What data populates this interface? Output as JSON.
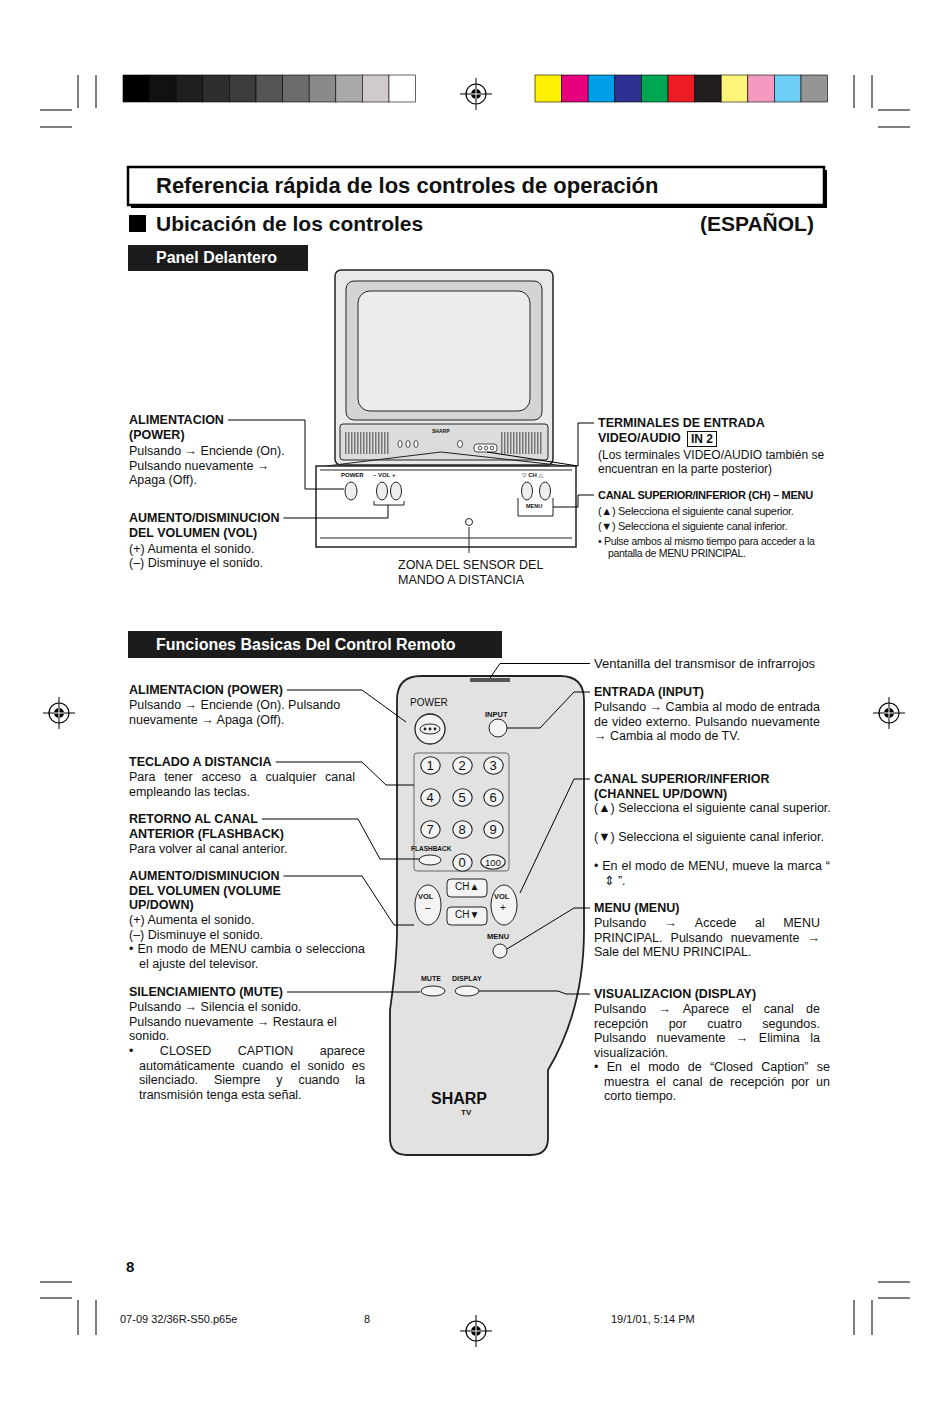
{
  "diagram": {
    "title": "Referencia rápida de los controles de operación",
    "nodes": [
      {
        "text": [
          "Panel Delantero"
        ]
      },
      {
        "text": [
          "IN 2"
        ]
      },
      {
        "text": [
          "Funciones Basicas Del Control Remoto"
        ]
      },
      {
        "text": [
          "1"
        ]
      },
      {
        "text": [
          "2"
        ]
      },
      {
        "text": [
          "3"
        ]
      },
      {
        "text": [
          "4"
        ]
      },
      {
        "text": [
          "5"
        ]
      },
      {
        "text": [
          "6"
        ]
      },
      {
        "text": [
          "7"
        ]
      },
      {
        "text": [
          "8"
        ]
      },
      {
        "text": [
          "9"
        ]
      },
      {
        "text": [
          "0"
        ]
      },
      {
        "text": [
          "100"
        ]
      }
    ],
    "labels": [
      "Ubicación de los controles",
      "(ESPAÑOL)",
      "ALIMENTACION (POWER)",
      "Pulsando → Enciende (On). Pulsando nuevamente → Apaga (Off).",
      "AUMENTO/DISMINUCION DEL VOLUMEN (VOL)",
      "(+) Aumenta el sonido.",
      "(–) Disminuye el sonido.",
      "ZONA DEL SENSOR DEL MANDO A DISTANCIA",
      "TERMINALES DE ENTRADA VIDEO/AUDIO",
      "(Los terminales VIDEO/AUDIO también se encuentran en la parte posterior)",
      "CANAL SUPERIOR/INFERIOR (CH) – MENU",
      "(▲) Selecciona el siguiente canal superior.",
      "(▼) Selecciona el siguiente canal inferior.",
      "• Pulse ambos al mismo tiempo para acceder a la pantalla de MENU PRINCIPAL.",
      "SHARP",
      "POWER",
      "– VOL +",
      "▽ CH △",
      "MENU",
      "Ventanilla del transmisor de infrarrojos",
      "ALIMENTACION (POWER)",
      "Pulsando → Enciende (On). Pulsando nuevamente → Apaga (Off).",
      "TECLADO A DISTANCIA",
      "Para tener acceso a cualquier canal empleando las teclas.",
      "RETORNO AL CANAL ANTERIOR (FLASHBACK)",
      "Para volver al canal anterior.",
      "AUMENTO/DISMINUCION DEL VOLUMEN (VOLUME UP/DOWN)",
      "(+) Aumenta el sonido.",
      "(–) Disminuye el sonido.",
      "• En modo de MENU cambia o selecciona el ajuste del televisor.",
      "SILENCIAMIENTO (MUTE)",
      "Pulsando → Silencia el sonido. Pulsando nuevamente → Restaura el sonido.",
      "• CLOSED CAPTION aparece automáticamente cuando el sonido es silenciado. Siempre y cuando la transmisión tenga esta señal.",
      "ENTRADA (INPUT)",
      "Pulsando → Cambia al modo de entrada de video externo. Pulsando nuevamente → Cambia al modo de TV.",
      "CANAL SUPERIOR/INFERIOR (CHANNEL UP/DOWN)",
      "(▲) Selecciona el siguiente canal superior.",
      "(▼) Selecciona el siguiente canal inferior.",
      "• En el modo de MENU, mueve la marca “ ⇕ ”.",
      "MENU (MENU)",
      "Pulsando → Accede al MENU PRINCIPAL. Pulsando nuevamente → Sale del MENU PRINCIPAL.",
      "VISUALIZACION (DISPLAY)",
      "Pulsando → Aparece el canal de recepción por cuatro segundos. Pulsando nuevamente → Elimina la visualización.",
      "• En el modo de “Closed Caption” se muestra el canal de recepción por un corto tiempo.",
      "POWER",
      "INPUT",
      "FLASHBACK",
      "CH▲",
      "CH▼",
      "VOL",
      "–",
      "VOL",
      "+",
      "MENU",
      "MUTE",
      "DISPLAY",
      "SHARP",
      "TV",
      "8",
      "07-09 32/36R-S50.p65e",
      "8",
      "19/1/01, 5:14 PM"
    ]
  }
}
